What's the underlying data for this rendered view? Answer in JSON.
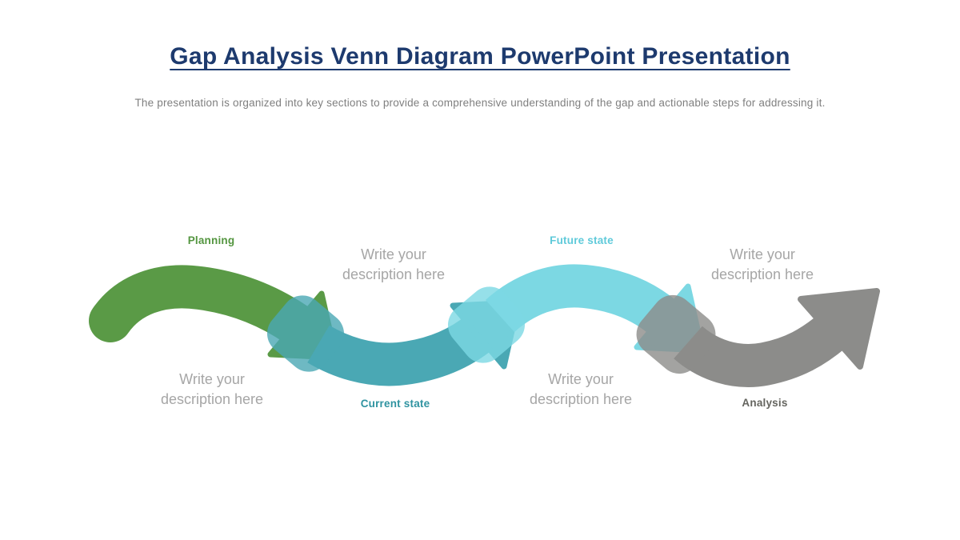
{
  "slide": {
    "title": "Gap Analysis Venn Diagram PowerPoint Presentation",
    "subtitle": "The presentation is organized into key sections to provide a comprehensive understanding of the gap and actionable steps for addressing it."
  },
  "diagram": {
    "type": "wave-arrow-process",
    "stages": [
      {
        "label": "Planning",
        "label_color": "#53953f",
        "arrow_color": "#5a9a46",
        "description": "Write your\ndescription here",
        "description_position": "below"
      },
      {
        "label": "Current state",
        "label_color": "#2f93a0",
        "arrow_color": "#4aa8b4",
        "description": "Write your\ndescription here",
        "description_position": "above"
      },
      {
        "label": "Future state",
        "label_color": "#5fcada",
        "arrow_color": "#7cd8e3",
        "description": "Write your\ndescription here",
        "description_position": "below"
      },
      {
        "label": "Analysis",
        "label_color": "#65655f",
        "arrow_color": "#8c8c8a",
        "description": "Write your\ndescription here",
        "description_position": "above"
      }
    ]
  },
  "colors": {
    "background": "#ffffff",
    "title": "#1d3a6e",
    "subtitle": "#7f7f7f",
    "description_text": "#a6a6a6"
  }
}
